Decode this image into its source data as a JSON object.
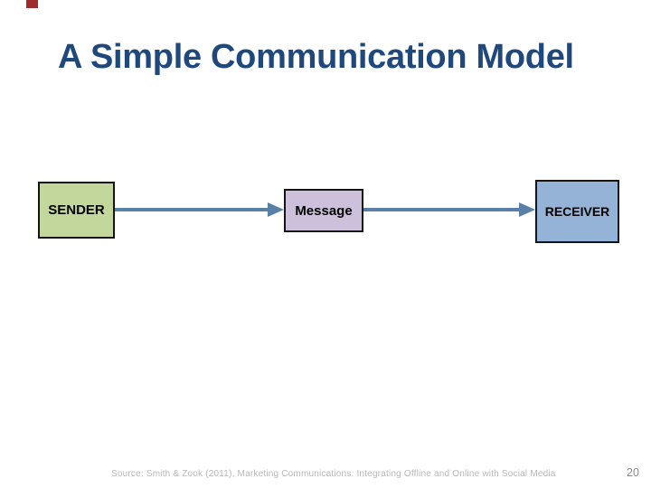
{
  "slide": {
    "title": "A Simple Communication Model",
    "title_color": "#1f497d"
  },
  "diagram": {
    "type": "flow",
    "nodes": [
      {
        "id": "sender",
        "label": "SENDER",
        "fill": "#c3d69b"
      },
      {
        "id": "message",
        "label": "Message",
        "fill": "#ccc0da"
      },
      {
        "id": "receiver",
        "label": "RECEIVER",
        "fill": "#95b3d7"
      }
    ],
    "edges": [
      {
        "from": "SENDER",
        "to": "Message",
        "direction": "right"
      },
      {
        "from": "Message",
        "to": "RECEIVER",
        "direction": "right"
      }
    ],
    "arrow_color": "#5b80a8",
    "node_border_color": "#141414"
  },
  "footer": {
    "source": "Source: Smith & Zook (2011), Marketing Communications: Integrating Offline and Online with Social Media",
    "page_number": "20"
  },
  "decor": {
    "accent_square_color": "#a02b2b"
  }
}
